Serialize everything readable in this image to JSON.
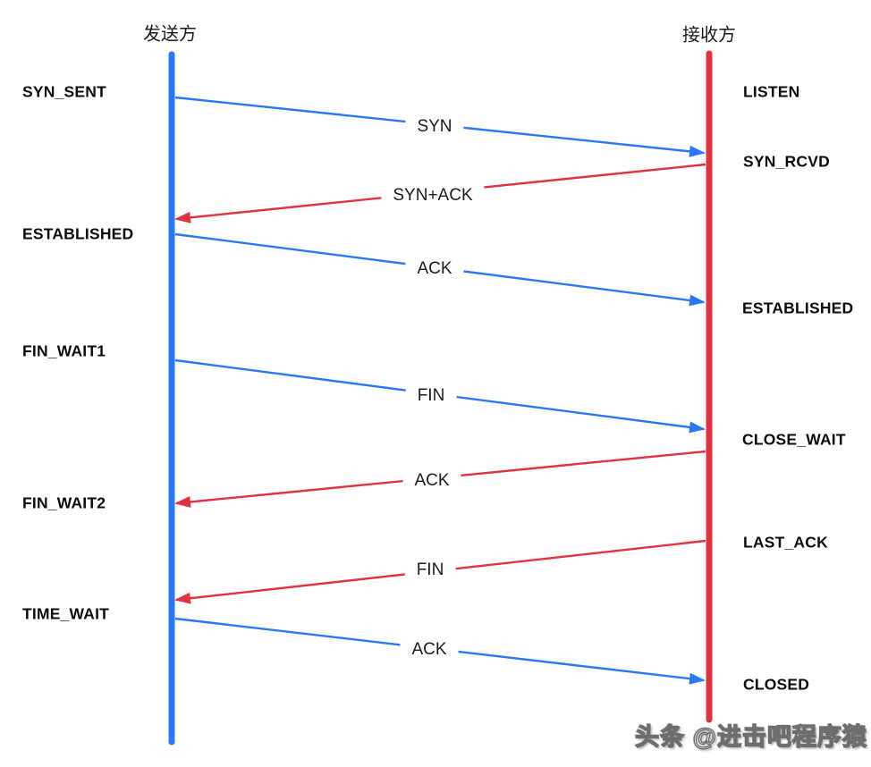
{
  "diagram": {
    "type": "tcp-connection-sequence",
    "colors": {
      "sender": "#2b78f7",
      "receiver": "#e0333f",
      "text": "#111111"
    },
    "sender": {
      "title": "发送方",
      "states": [
        "SYN_SENT",
        "ESTABLISHED",
        "FIN_WAIT1",
        "FIN_WAIT2",
        "TIME_WAIT"
      ]
    },
    "receiver": {
      "title": "接收方",
      "states": [
        "LISTEN",
        "SYN_RCVD",
        "ESTABLISHED",
        "CLOSE_WAIT",
        "LAST_ACK",
        "CLOSED"
      ]
    },
    "messages": [
      {
        "label": "SYN",
        "from": "sender",
        "to": "receiver"
      },
      {
        "label": "SYN+ACK",
        "from": "receiver",
        "to": "sender"
      },
      {
        "label": "ACK",
        "from": "sender",
        "to": "receiver"
      },
      {
        "label": "FIN",
        "from": "sender",
        "to": "receiver"
      },
      {
        "label": "ACK",
        "from": "receiver",
        "to": "sender"
      },
      {
        "label": "FIN",
        "from": "receiver",
        "to": "sender"
      },
      {
        "label": "ACK",
        "from": "sender",
        "to": "receiver"
      }
    ],
    "watermark": "头条 @进击吧程序猿"
  }
}
